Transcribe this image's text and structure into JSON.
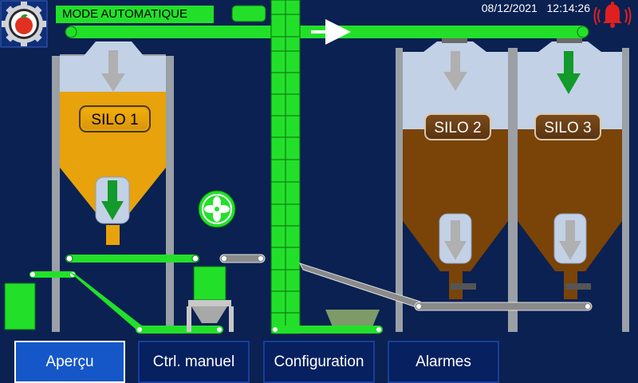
{
  "header": {
    "mode": "MODE AUTOMATIQUE",
    "date": "08/12/2021",
    "time": "12:14:26"
  },
  "silos": [
    {
      "label": "SILO 1",
      "fill_level": 0.85,
      "fill_color": "#e8a20c",
      "inlet_active": false,
      "outlet_active": true
    },
    {
      "label": "SILO 2",
      "fill_level": 0.55,
      "fill_color": "#7a4308",
      "inlet_active": false,
      "outlet_active": false
    },
    {
      "label": "SILO 3",
      "fill_level": 0.55,
      "fill_color": "#7a4308",
      "inlet_active": true,
      "outlet_active": false
    }
  ],
  "conveyor_direction": "right",
  "tabs": [
    {
      "label": "Aperçu",
      "active": true
    },
    {
      "label": "Ctrl. manuel",
      "active": false
    },
    {
      "label": "Configuration",
      "active": false
    },
    {
      "label": "Alarmes",
      "active": false
    }
  ],
  "colors": {
    "background": "#0a2152",
    "active_green": "#22e029",
    "inactive_gray": "#b0b0b0",
    "silo_empty": "#c3d1e6",
    "tab_active": "#1557c8",
    "alarm": "#e02020"
  },
  "icons": [
    "settings-gear-icon",
    "alarm-bell-icon",
    "fan-icon",
    "arrow-right-icon"
  ]
}
